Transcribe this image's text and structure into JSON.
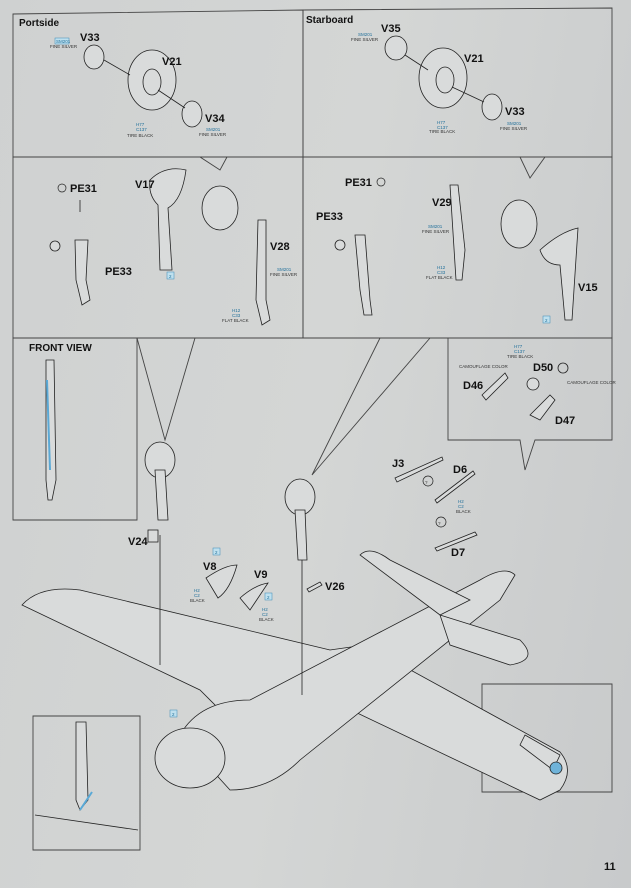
{
  "sections": {
    "portside": {
      "title": "Portside",
      "parts": [
        "V33",
        "V21",
        "V34"
      ],
      "paints": [
        {
          "codes": [
            "SM201"
          ],
          "name": "FINE SILVER"
        },
        {
          "codes": [
            "H77",
            "C137"
          ],
          "name": "TIRE BLACK"
        },
        {
          "codes": [
            "SM201"
          ],
          "name": "FINE SILVER"
        }
      ]
    },
    "starboard": {
      "title": "Starboard",
      "parts": [
        "V35",
        "V21",
        "V33"
      ],
      "paints": [
        {
          "codes": [
            "SM201"
          ],
          "name": "FINE SILVER"
        },
        {
          "codes": [
            "H77",
            "C137"
          ],
          "name": "TIRE BLACK"
        },
        {
          "codes": [
            "SM201"
          ],
          "name": "FINE SILVER"
        }
      ]
    },
    "left_strut": {
      "parts": [
        "PE31",
        "PE33",
        "V17",
        "V28"
      ],
      "step_ref": "2",
      "paints": [
        {
          "codes": [
            "SM201"
          ],
          "name": "FINE SILVER"
        },
        {
          "codes": [
            "H12",
            "C33"
          ],
          "name": "FLAT BLACK"
        }
      ]
    },
    "right_strut": {
      "parts": [
        "PE31",
        "PE33",
        "V29",
        "V15"
      ],
      "step_ref": "2",
      "paints": [
        {
          "codes": [
            "SM201"
          ],
          "name": "FINE SILVER"
        },
        {
          "codes": [
            "H12",
            "C33"
          ],
          "name": "FLAT BLACK"
        }
      ]
    },
    "front_view": {
      "title": "FRONT VIEW"
    },
    "tail_wheel": {
      "parts": [
        "D50",
        "D46",
        "D47"
      ],
      "paints": [
        {
          "codes": [
            "H77",
            "C137"
          ],
          "name": "TIRE BLACK"
        },
        {
          "codes": [],
          "name": "CAMOUFLAGE COLOR"
        },
        {
          "codes": [],
          "name": "CAMOUFLAGE COLOR"
        }
      ]
    },
    "main": {
      "parts": [
        "J3",
        "D6",
        "D7",
        "V24",
        "V8",
        "V9",
        "V26"
      ],
      "step_refs": [
        "2",
        "2",
        "2"
      ],
      "optional_mark": "?",
      "paints": [
        {
          "codes": [
            "H2",
            "C2"
          ],
          "name": "BLACK"
        },
        {
          "codes": [
            "H2",
            "C2"
          ],
          "name": "BLACK"
        },
        {
          "codes": [
            "H2",
            "C2"
          ],
          "name": "BLACK"
        }
      ]
    }
  },
  "page_number": "11",
  "colors": {
    "paint_code": "#1f6f9a",
    "highlight": "#5aa9d6"
  }
}
